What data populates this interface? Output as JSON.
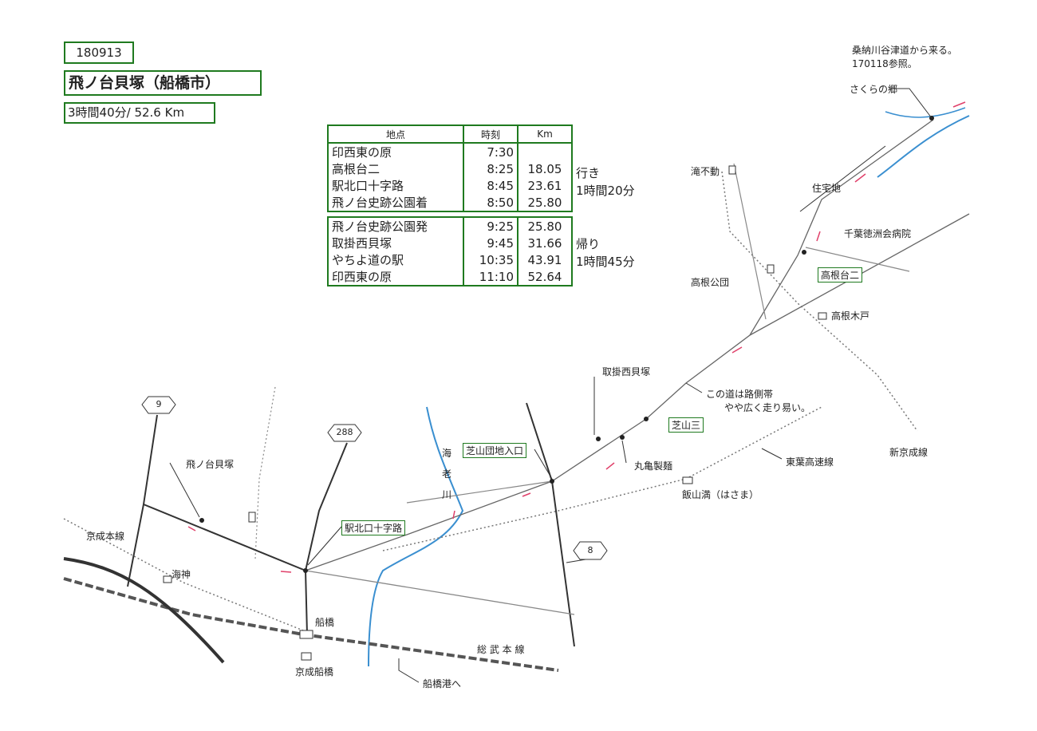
{
  "header": {
    "date": "180913",
    "title": "飛ノ台貝塚（船橋市）",
    "summary": "3時間40分/ 52.6 Km"
  },
  "table": {
    "headers": [
      "地点",
      "時刻",
      "Km"
    ],
    "outbound": [
      [
        "印西東の原",
        "7:30",
        ""
      ],
      [
        "高根台二",
        "8:25",
        "18.05"
      ],
      [
        "駅北口十字路",
        "8:45",
        "23.61"
      ],
      [
        "飛ノ台史跡公園着",
        "8:50",
        "25.80"
      ]
    ],
    "return": [
      [
        "飛ノ台史跡公園発",
        "9:25",
        "25.80"
      ],
      [
        "取掛西貝塚",
        "9:45",
        "31.66"
      ],
      [
        "やちよ道の駅",
        "10:35",
        "43.91"
      ],
      [
        "印西東の原",
        "11:10",
        "52.64"
      ]
    ],
    "outbound_note": [
      "行き",
      "1時間20分"
    ],
    "return_note": [
      "帰り",
      "1時間45分"
    ]
  },
  "note": {
    "line1": "桑納川谷津道から来る。",
    "line2": "170118参照。"
  },
  "routes": {
    "r9": "9",
    "r288": "288",
    "r8": "8"
  },
  "labels": {
    "sakura": "さくらの郷",
    "jutaku": "住宅地",
    "takifudo": "滝不動",
    "tokushukai": "千葉徳洲会病院",
    "takanedai2": "高根台二",
    "takanekodan": "高根公団",
    "takanekido": "高根木戸",
    "torikake": "取掛西貝塚",
    "road1": "この道は路側帯",
    "road2": "やや広く走り易い。",
    "shibayama3": "芝山三",
    "shinkeisei": "新京成線",
    "toyo": "東葉高速線",
    "hasama": "飯山満（はさま）",
    "marugame": "丸亀製麺",
    "shibayamadanchi": "芝山団地入口",
    "ebigawa": [
      "海",
      "老",
      "川"
    ],
    "tobinodai": "飛ノ台貝塚",
    "ekikita": "駅北口十字路",
    "keiseihon": "京成本線",
    "kaijin": "海神",
    "funabashi": "船橋",
    "keiseifunabashi": "京成船橋",
    "sobu": "総 武 本 線",
    "port": "船橋港へ"
  },
  "colors": {
    "frame": "#1f7a1f",
    "river": "#3a8fd0",
    "arrow": "#e0406a",
    "road": "#555555"
  }
}
